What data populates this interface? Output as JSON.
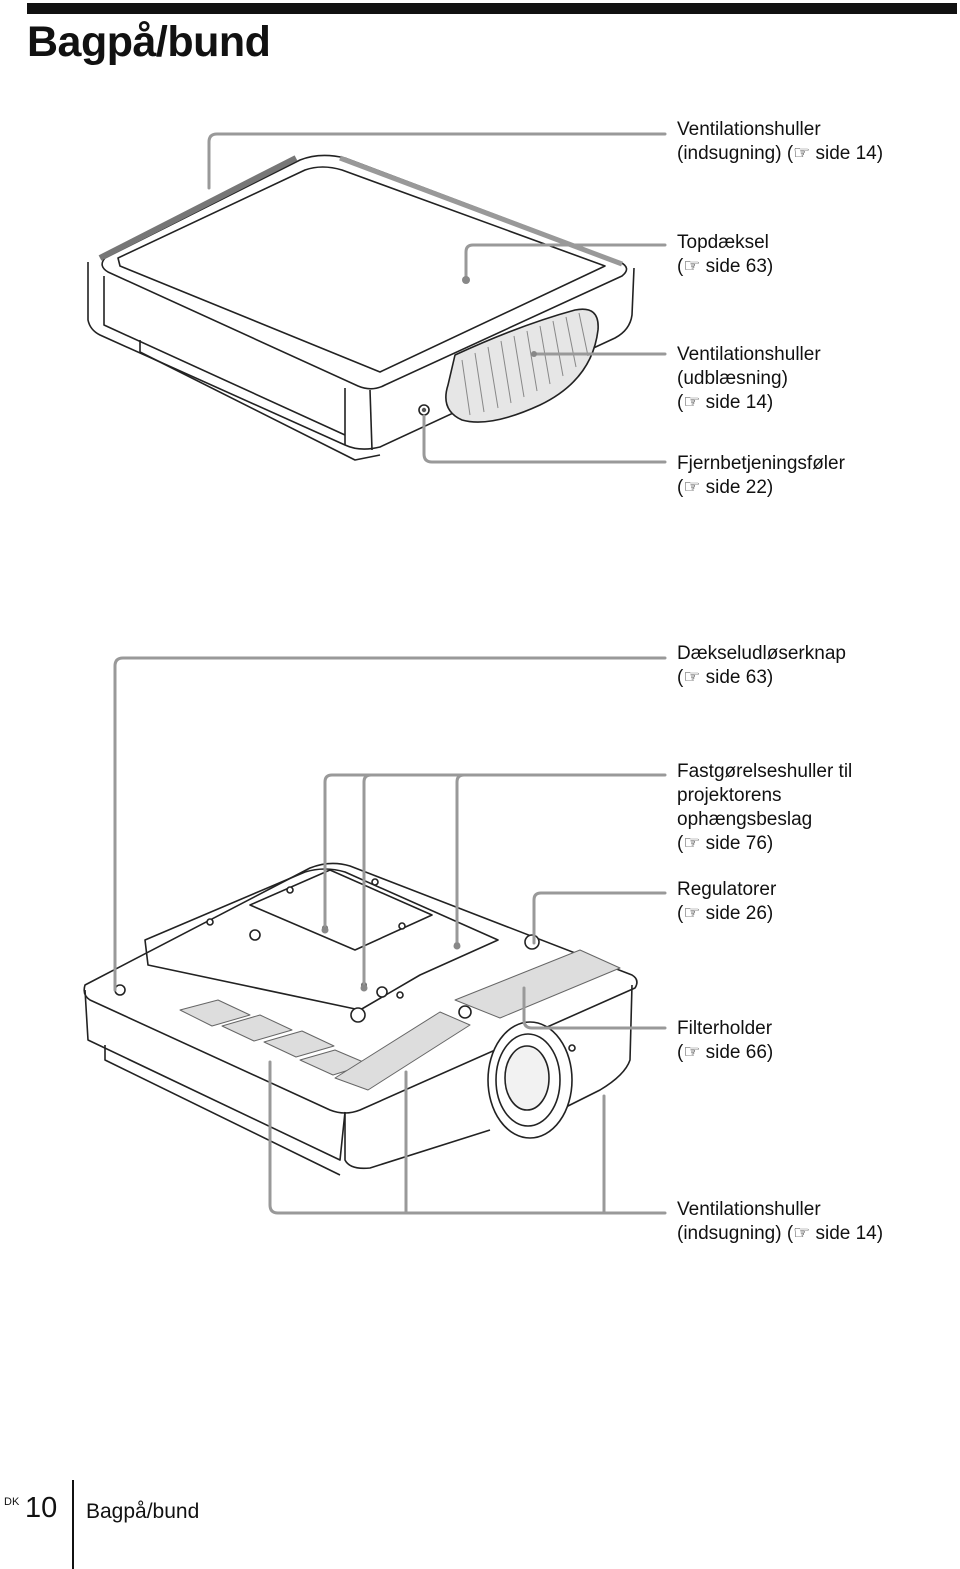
{
  "page_title": "Bagpå/bund",
  "callouts": [
    {
      "lines": [
        "Ventilationshuller",
        "(indsugning) (☞ side 14)"
      ]
    },
    {
      "lines": [
        "Topdæksel",
        "(☞ side 63)"
      ]
    },
    {
      "lines": [
        "Ventilationshuller",
        "(udblæsning)",
        "(☞ side 14)"
      ]
    },
    {
      "lines": [
        "Fjernbetjeningsføler",
        "(☞ side 22)"
      ]
    },
    {
      "lines": [
        "Dækseludløserknap",
        "(☞ side 63)"
      ]
    },
    {
      "lines": [
        "Fastgørelseshuller til",
        "projektorens",
        "ophængsbeslag",
        "(☞ side 76)"
      ]
    },
    {
      "lines": [
        "Regulatorer",
        "(☞ side 26)"
      ]
    },
    {
      "lines": [
        "Filterholder",
        "(☞ side 66)"
      ]
    },
    {
      "lines": [
        "Ventilationshuller",
        "(indsugning) (☞ side 14)"
      ]
    }
  ],
  "footer": {
    "lang": "DK",
    "page_number": "10",
    "section": "Bagpå/bund"
  }
}
